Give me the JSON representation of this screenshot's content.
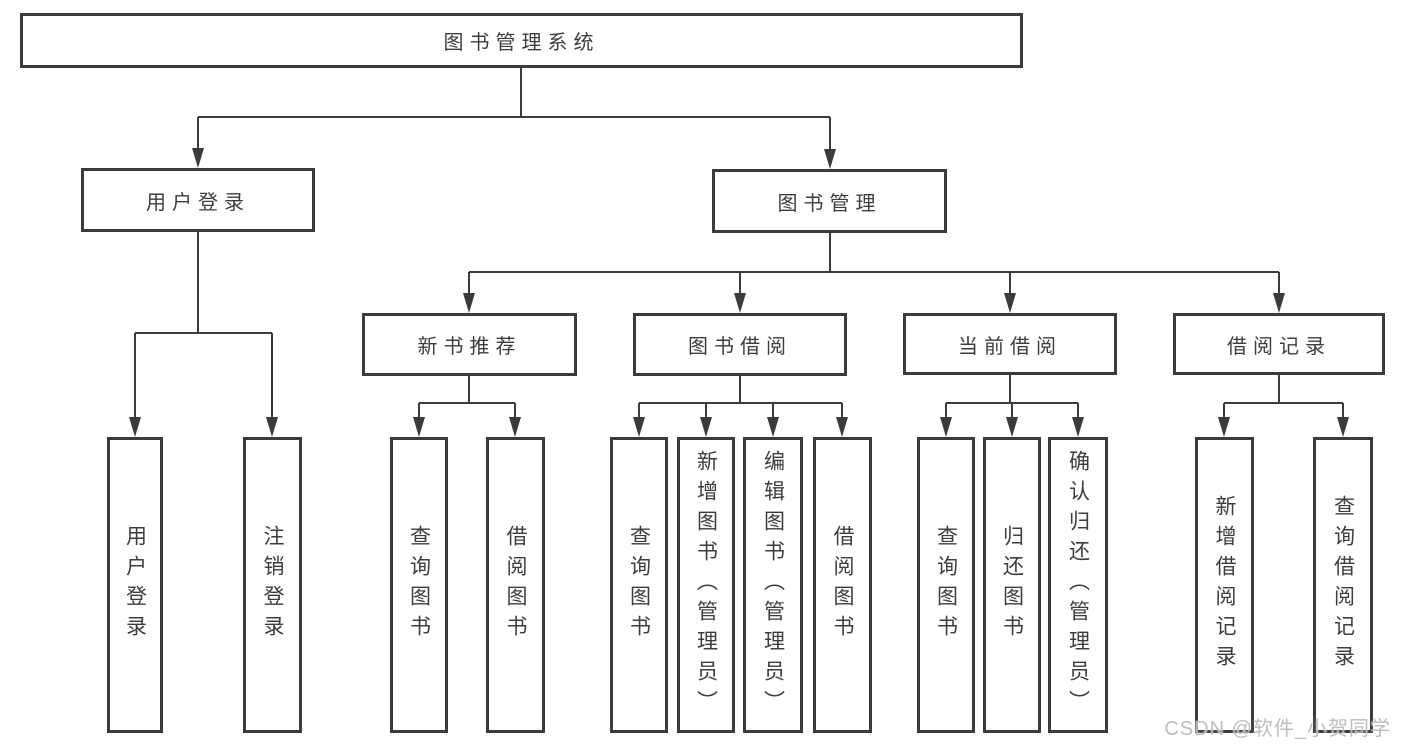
{
  "diagram_title": "图书管理系统",
  "tree": {
    "label": "图书管理系统",
    "children": [
      {
        "label": "用户登录",
        "children": [
          {
            "label": "用户登录"
          },
          {
            "label": "注销登录"
          }
        ]
      },
      {
        "label": "图书管理",
        "children": [
          {
            "label": "新书推荐",
            "children": [
              {
                "label": "查询图书"
              },
              {
                "label": "借阅图书"
              }
            ]
          },
          {
            "label": "图书借阅",
            "children": [
              {
                "label": "查询图书"
              },
              {
                "label": "新增图书（管理员）"
              },
              {
                "label": "编辑图书（管理员）"
              },
              {
                "label": "借阅图书"
              }
            ]
          },
          {
            "label": "当前借阅",
            "children": [
              {
                "label": "查询图书"
              },
              {
                "label": "归还图书"
              },
              {
                "label": "确认归还（管理员）"
              }
            ]
          },
          {
            "label": "借阅记录",
            "children": [
              {
                "label": "新增借阅记录"
              },
              {
                "label": "查询借阅记录"
              }
            ]
          }
        ]
      }
    ]
  },
  "watermark": "CSDN @软件_小贺同学",
  "colors": {
    "line": "#3b3b3b",
    "text": "#3d3d3d",
    "background": "#ffffff",
    "watermark": "#b9b9b9"
  }
}
